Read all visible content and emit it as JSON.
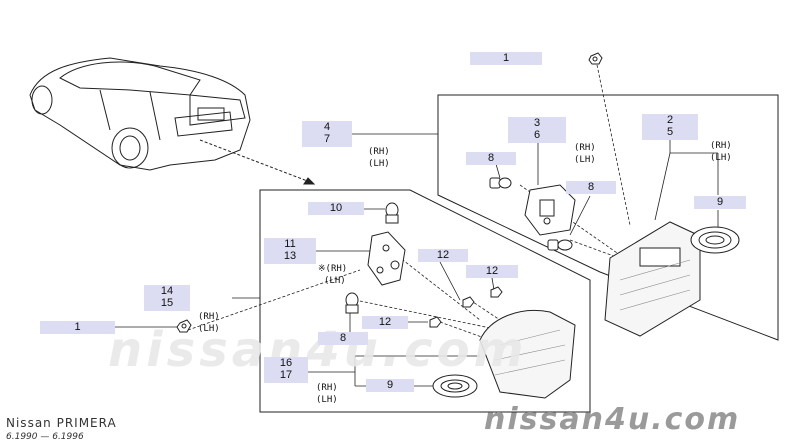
{
  "footer": {
    "model": "Nissan PRIMERA",
    "date_range": "6.1990 — 6.1996",
    "site": "nissan4u.com"
  },
  "watermark": "nissan4u.com",
  "labels": {
    "part_1_top": "1",
    "part_4_7": [
      "4",
      "7"
    ],
    "part_3_6": [
      "3",
      "6"
    ],
    "part_2_5": [
      "2",
      "5"
    ],
    "part_8_a": "8",
    "part_8_b": "8",
    "part_9_a": "9",
    "part_10": "10",
    "part_11_13": [
      "11",
      "13"
    ],
    "part_12_a": "12",
    "part_12_b": "12",
    "part_14_15": [
      "14",
      "15"
    ],
    "part_1_left": "1",
    "part_12_c": "12",
    "part_8_c": "8",
    "part_16_17": [
      "16",
      "17"
    ],
    "part_9_b": "9"
  },
  "sides": {
    "rh": "(RH)",
    "lh": "(LH)",
    "rh_star": "※(RH)"
  },
  "colors": {
    "label_bg": "#dcdcf2",
    "line": "#222222",
    "watermark": "#e8e8e8"
  }
}
